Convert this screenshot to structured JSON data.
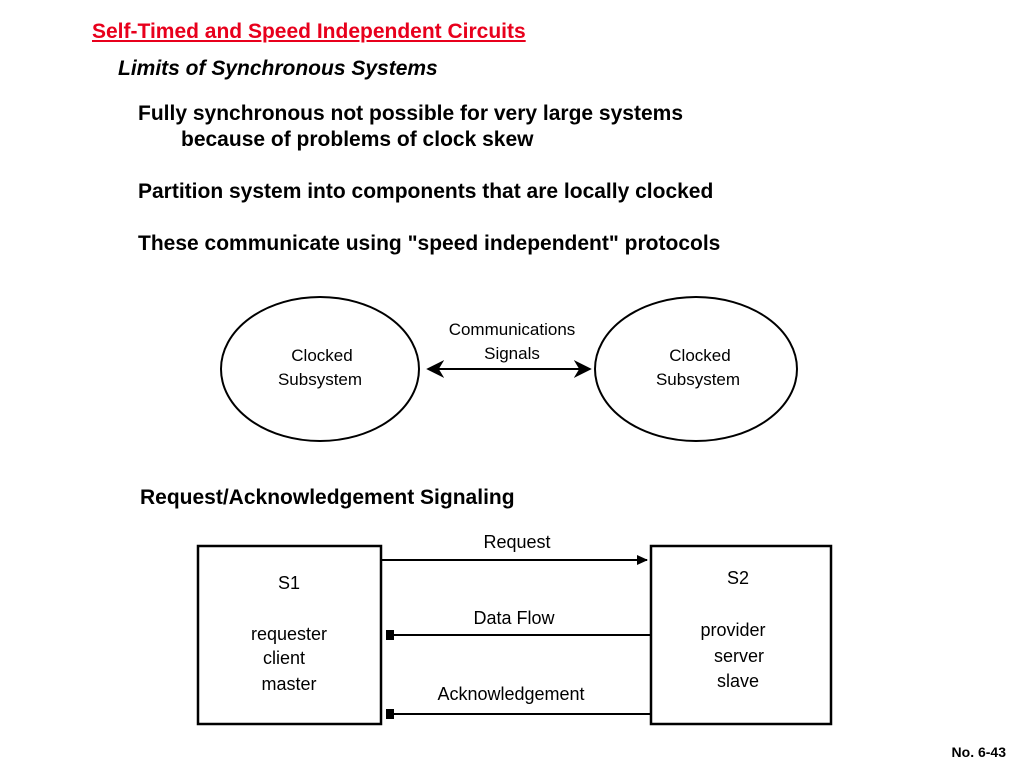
{
  "colors": {
    "title": "#e8001c",
    "text": "#000000",
    "background": "#ffffff"
  },
  "header": {
    "title": "Self-Timed and Speed Independent Circuits",
    "subtitle": "Limits of Synchronous Systems"
  },
  "bullets": {
    "b1_line1": "Fully synchronous not possible for very large systems",
    "b1_line2": "because of problems of clock skew",
    "b2": "Partition system into components that are locally clocked",
    "b3": "These communicate using \"speed independent\" protocols"
  },
  "top_diagram": {
    "left_line1": "Clocked",
    "left_line2": "Subsystem",
    "right_line1": "Clocked",
    "right_line2": "Subsystem",
    "link_line1": "Communications",
    "link_line2": "Signals"
  },
  "section_title": "Request/Acknowledgement Signaling",
  "bottom_diagram": {
    "s1_title": "S1",
    "s1_line1": "requester",
    "s1_line2": "client",
    "s1_line3": "master",
    "s2_title": "S2",
    "s2_line1": "provider",
    "s2_line2": "server",
    "s2_line3": "slave",
    "request_label": "Request",
    "dataflow_label": "Data Flow",
    "ack_label": "Acknowledgement"
  },
  "footer": "No. 6-43"
}
